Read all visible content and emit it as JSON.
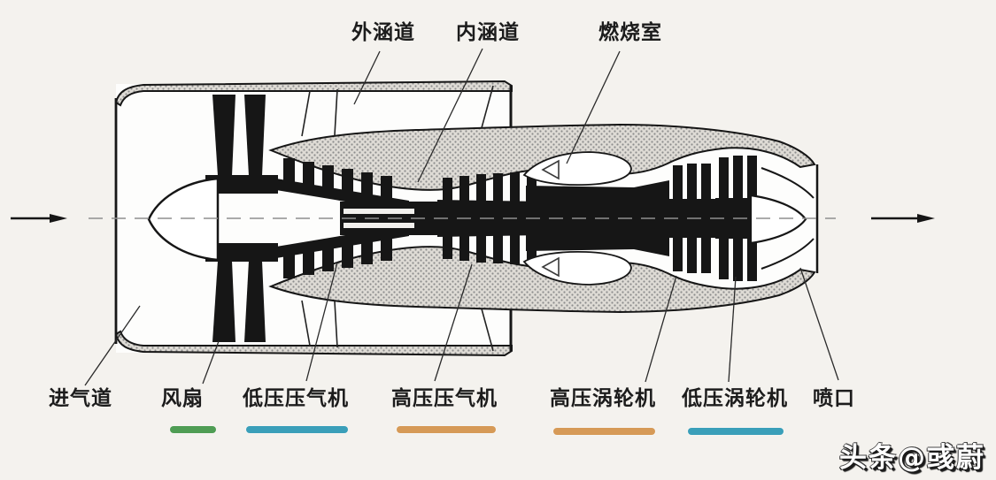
{
  "top_labels": [
    {
      "label": "外涵道"
    },
    {
      "label": "内涵道"
    },
    {
      "label": "燃烧室"
    }
  ],
  "bottom_labels": [
    {
      "label": "进气道"
    },
    {
      "label": "风扇",
      "bar_color": "#4f9d54"
    },
    {
      "label": "低压压气机",
      "bar_color": "#3a9fb9"
    },
    {
      "label": "高压压气机",
      "bar_color": "#d69a57"
    },
    {
      "label": "高压涡轮机",
      "bar_color": "#d69a57"
    },
    {
      "label": "低压涡轮机",
      "bar_color": "#3a9fb9"
    },
    {
      "label": "喷口"
    }
  ],
  "watermark": {
    "text": "头条@彧蔚"
  }
}
